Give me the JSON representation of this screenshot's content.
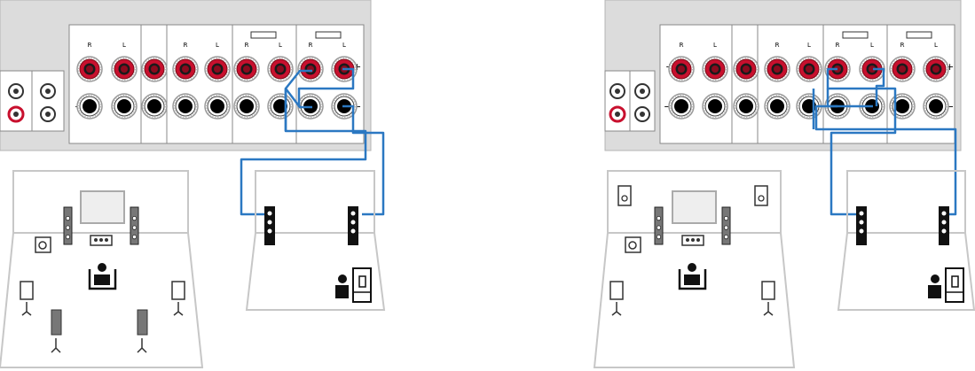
{
  "diagrams": [
    {
      "id": "left",
      "terminal_labels": {
        "right_marker": "R",
        "left_marker": "L",
        "plus": "+",
        "minus": "−"
      },
      "main_room": {
        "front_presence": false,
        "rear_speakers": true
      },
      "zone_connected_pairs": [
        "R",
        "L"
      ]
    },
    {
      "id": "right",
      "terminal_labels": {
        "right_marker": "R",
        "left_marker": "L",
        "plus": "+",
        "minus": "−"
      },
      "main_room": {
        "front_presence": true,
        "rear_speakers": false
      },
      "zone_connected_pairs": [
        "R",
        "L"
      ]
    }
  ],
  "colors": {
    "panel": "#dcdcdc",
    "panel_border": "#b5b5b5",
    "terminal_plus": "#c8102e",
    "terminal_minus": "#000000",
    "wire": "#2b78c2",
    "room_line": "#c7c7c7",
    "speaker": "#2a2a2a"
  }
}
